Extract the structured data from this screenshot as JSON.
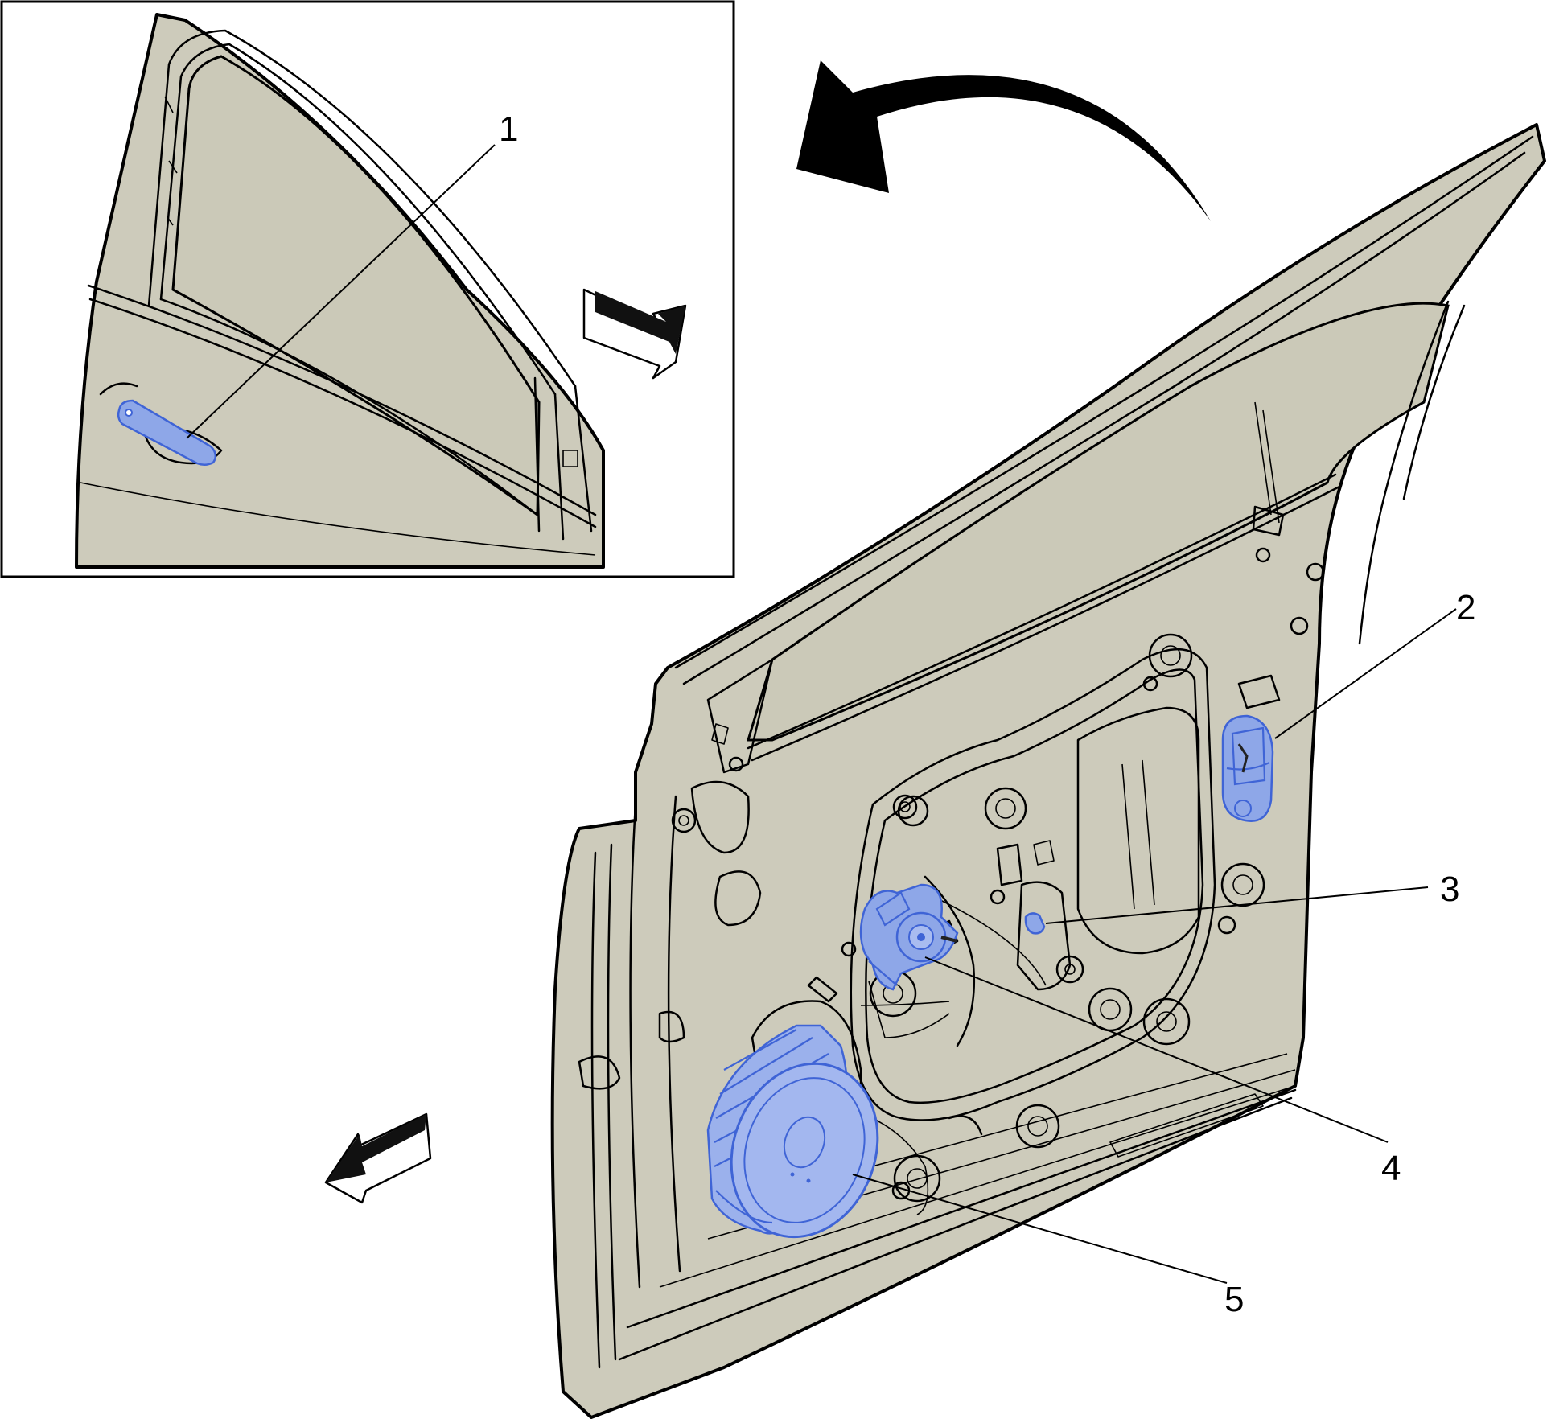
{
  "callouts": [
    {
      "id": "1",
      "label": "1"
    },
    {
      "id": "2",
      "label": "2"
    },
    {
      "id": "3",
      "label": "3"
    },
    {
      "id": "4",
      "label": "4"
    },
    {
      "id": "5",
      "label": "5"
    }
  ],
  "colors": {
    "panel": "#cdcbbb",
    "highlight_fill": "#8ea7e8",
    "highlight_stroke": "#3f64d6",
    "outline": "#000000"
  },
  "icons": [
    "rotation-arrow-icon",
    "direction-arrow-icon"
  ]
}
